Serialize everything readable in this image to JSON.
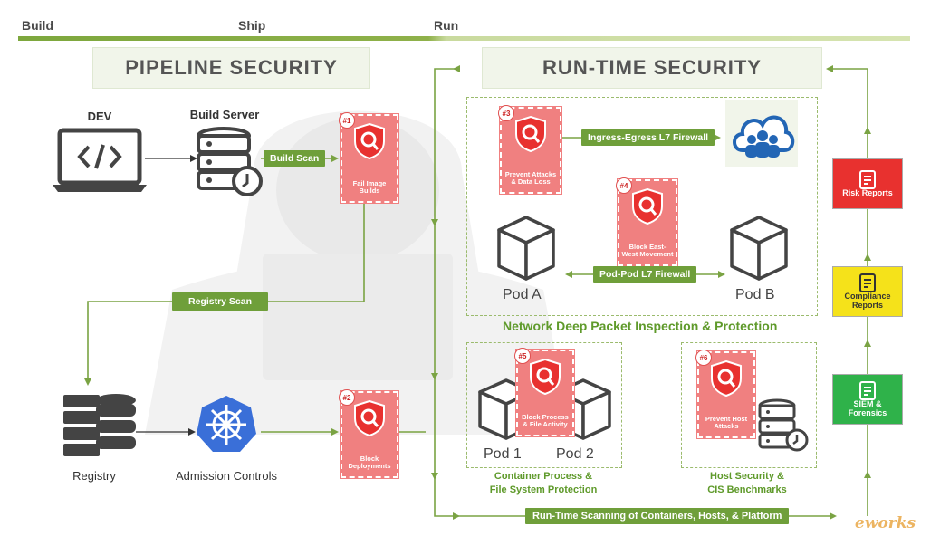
{
  "stages": {
    "build": "Build",
    "ship": "Ship",
    "run": "Run"
  },
  "titles": {
    "pipeline": "PIPELINE SECURITY",
    "runtime": "RUN-TIME SECURITY"
  },
  "nodes": {
    "dev": "DEV",
    "build_server": "Build Server",
    "registry": "Registry",
    "admission": "Admission Controls",
    "pod_a": "Pod A",
    "pod_b": "Pod B",
    "pod_1": "Pod 1",
    "pod_2": "Pod 2"
  },
  "tags": {
    "build_scan": "Build Scan",
    "registry_scan": "Registry Scan",
    "ingress": "Ingress-Egress L7 Firewall",
    "podpod": "Pod-Pod L7 Firewall",
    "runtime_scan": "Run-Time Scanning of Containers, Hosts, & Platform"
  },
  "badges": [
    {
      "num": "#1",
      "text": "Fail Image Builds"
    },
    {
      "num": "#2",
      "text": "Block Deployments"
    },
    {
      "num": "#3",
      "text": "Prevent Attacks & Data Loss"
    },
    {
      "num": "#4",
      "text": "Block East-West Movement"
    },
    {
      "num": "#5",
      "text": "Block Process & File Activity"
    },
    {
      "num": "#6",
      "text": "Prevent Host Attacks"
    }
  ],
  "captions": {
    "network": "Network Deep Packet Inspection & Protection",
    "container_line1": "Container Process &",
    "container_line2": "File System Protection",
    "host_line1": "Host Security &",
    "host_line2": "CIS Benchmarks"
  },
  "reports": [
    {
      "label": "Risk Reports",
      "color": "#e8312f",
      "text_color": "#ffffff"
    },
    {
      "label": "Compliance Reports",
      "color": "#f5e21a",
      "text_color": "#333333"
    },
    {
      "label": "SIEM & Forensics",
      "color": "#2fb24a",
      "text_color": "#ffffff"
    }
  ],
  "watermark": "eworks",
  "colors": {
    "accent_green": "#6f9f3a",
    "badge_red": "#f08080",
    "timeline": "#8fb14a"
  }
}
